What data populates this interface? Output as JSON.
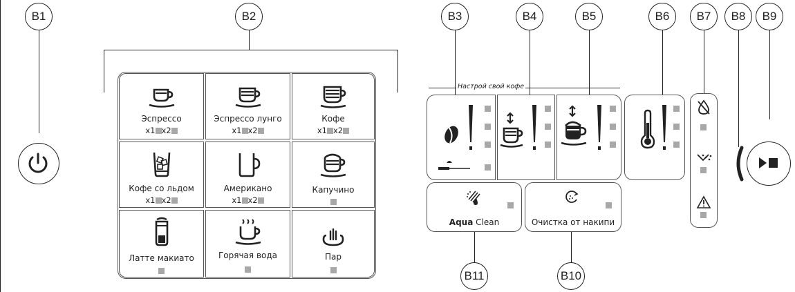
{
  "callouts": [
    "B1",
    "B2",
    "B3",
    "B4",
    "B5",
    "B6",
    "B7",
    "B8",
    "B9",
    "B10",
    "B11"
  ],
  "beverages": [
    {
      "label": "Эспрессо",
      "qty": [
        "x1",
        "x2"
      ],
      "icon": "espresso-cup-icon"
    },
    {
      "label": "Эспрессо лунго",
      "qty": [
        "x1",
        "x2"
      ],
      "icon": "lungo-cup-icon"
    },
    {
      "label": "Кофе",
      "qty": [
        "x1",
        "x2"
      ],
      "icon": "coffee-cup-icon"
    },
    {
      "label": "Кофе со льдом",
      "qty": [
        "x1",
        "x2"
      ],
      "icon": "iced-coffee-glass-icon"
    },
    {
      "label": "Американо",
      "qty": [
        "x1",
        "x2"
      ],
      "icon": "americano-mug-icon"
    },
    {
      "label": "Капучино",
      "qty": [],
      "icon": "cappuccino-cup-icon"
    },
    {
      "label": "Латте макиато",
      "qty": [],
      "icon": "latte-glass-icon"
    },
    {
      "label": "Горячая вода",
      "qty": [],
      "icon": "hot-water-cup-icon"
    },
    {
      "label": "Пар",
      "qty": [],
      "icon": "steam-icon"
    }
  ],
  "customize": {
    "title": "Настрой свой кофе"
  },
  "maintenance": {
    "aqua_bold": "Aqua",
    "aqua_rest": "Clean",
    "descale": "Очистка от накипи"
  },
  "icons": [
    "power-icon",
    "coffee-bean-icon",
    "coffee-volume-icon",
    "milk-volume-icon",
    "thermometer-icon",
    "no-water-icon",
    "grounds-container-icon",
    "warning-icon",
    "play-pause-icon"
  ],
  "colors": {
    "line": "#222222",
    "indicator": "#a8a8a8",
    "border": "#555555"
  }
}
